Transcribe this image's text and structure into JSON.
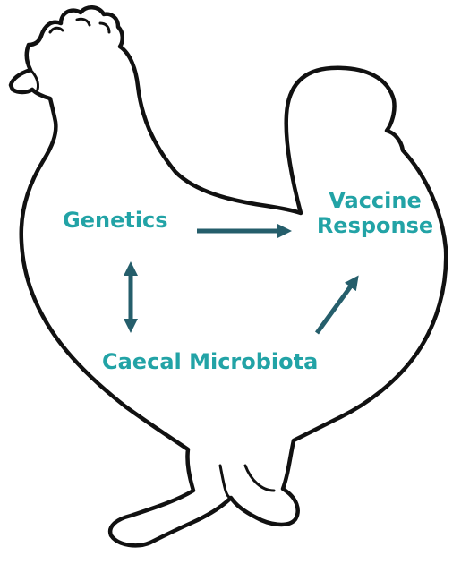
{
  "diagram": {
    "nodes": {
      "genetics": "Genetics",
      "vaccine_line1": "Vaccine",
      "vaccine_line2": "Response",
      "caecal": "Caecal Microbiota"
    },
    "edges": [
      {
        "from": "Genetics",
        "to": "Vaccine Response",
        "direction": "one-way"
      },
      {
        "from": "Genetics",
        "to": "Caecal Microbiota",
        "direction": "two-way"
      },
      {
        "from": "Caecal Microbiota",
        "to": "Vaccine Response",
        "direction": "one-way"
      }
    ]
  },
  "colors": {
    "label": "#22a3a6",
    "arrow": "#255e6b",
    "outline": "#111111"
  },
  "icons": {
    "background": "chicken-silhouette-icon"
  }
}
